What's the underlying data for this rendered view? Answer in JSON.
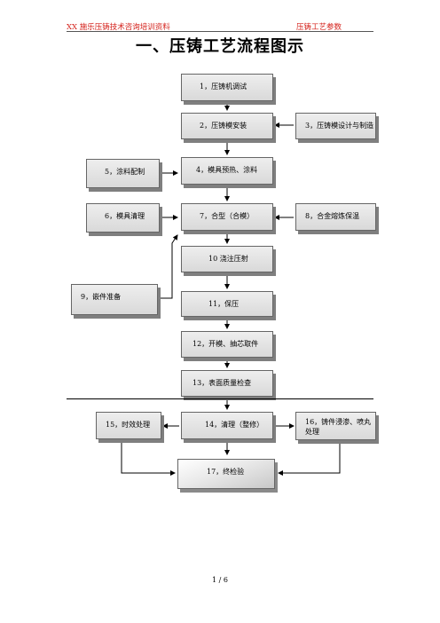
{
  "header": {
    "left_text": "XX 施乐压铸技术咨询培训资料",
    "right_text": "压铸工艺参数"
  },
  "title": "一、压铸工艺流程图示",
  "steps": [
    "1，压铸机调试",
    "2，压铸模安装",
    "3，压铸模设计与制造",
    "5，涂料配制",
    "4，模具预热、涂料",
    "6，模具清理",
    "7，合型（合模）",
    "8，合金熔炼保温",
    "10 浇注压射",
    "9，嵌件准备",
    "11，保压",
    "12，开模、抽芯取件",
    "13，表面质量检查",
    "15，时效处理",
    "14，清理（整修）",
    "16，铸件浸渗、喷丸处理",
    "17，终检验"
  ],
  "footer": {
    "page_number": "1 / 6"
  }
}
